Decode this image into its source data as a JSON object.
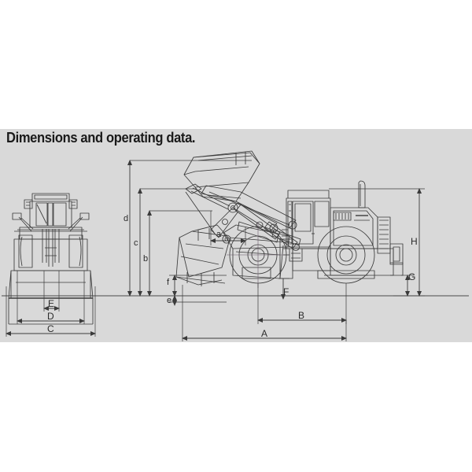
{
  "page": {
    "background_color": "#ffffff",
    "panel_color": "#d9d9d9",
    "line_color": "#3a3a3a",
    "text_color": "#2b2b2b"
  },
  "header": {
    "title": "Dimensions and operating data."
  },
  "diagram": {
    "type": "technical-line-drawing",
    "subject": "wheel-loader",
    "views": [
      {
        "name": "front-view",
        "position": "left"
      },
      {
        "name": "side-view",
        "position": "right"
      }
    ],
    "dimension_labels": {
      "front_view": [
        {
          "id": "E",
          "label": "E",
          "orientation": "horizontal"
        },
        {
          "id": "D",
          "label": "D",
          "orientation": "horizontal"
        },
        {
          "id": "C",
          "label": "C",
          "orientation": "horizontal"
        }
      ],
      "side_view_vertical": [
        {
          "id": "d",
          "label": "d",
          "orientation": "vertical"
        },
        {
          "id": "c",
          "label": "c",
          "orientation": "vertical"
        },
        {
          "id": "b",
          "label": "b",
          "orientation": "vertical"
        },
        {
          "id": "f",
          "label": "f",
          "orientation": "vertical"
        },
        {
          "id": "e",
          "label": "e",
          "orientation": "vertical"
        },
        {
          "id": "H",
          "label": "H",
          "orientation": "vertical"
        },
        {
          "id": "G",
          "label": "G",
          "orientation": "vertical"
        },
        {
          "id": "F",
          "label": "F",
          "orientation": "vertical"
        }
      ],
      "side_view_horizontal": [
        {
          "id": "a",
          "label": "a",
          "orientation": "horizontal"
        },
        {
          "id": "B",
          "label": "B",
          "orientation": "horizontal"
        },
        {
          "id": "A",
          "label": "A",
          "orientation": "horizontal"
        }
      ]
    }
  },
  "labels": {
    "a": "a",
    "b": "b",
    "c": "c",
    "d": "d",
    "e": "e",
    "f": "f",
    "A": "A",
    "B": "B",
    "C": "C",
    "D": "D",
    "E": "E",
    "F": "F",
    "G": "G",
    "H": "H"
  }
}
